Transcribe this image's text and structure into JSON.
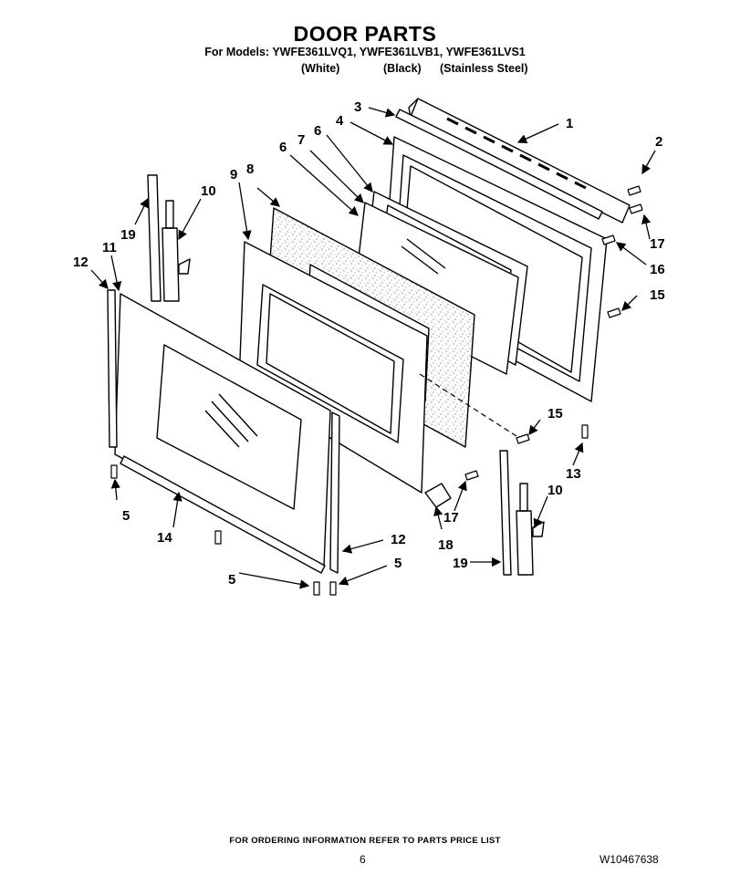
{
  "header": {
    "title": "DOOR PARTS",
    "models_line": "For Models: YWFE361LVQ1, YWFE361LVB1, YWFE361LVS1",
    "finishes": [
      "(White)",
      "(Black)",
      "(Stainless Steel)"
    ]
  },
  "callouts": {
    "c1": "1",
    "c2": "2",
    "c3": "3",
    "c4": "4",
    "c5a": "5",
    "c5b": "5",
    "c5c": "5",
    "c6a": "6",
    "c6b": "6",
    "c7": "7",
    "c8": "8",
    "c9": "9",
    "c10a": "10",
    "c10b": "10",
    "c11": "11",
    "c12a": "12",
    "c12b": "12",
    "c13": "13",
    "c14": "14",
    "c15a": "15",
    "c15b": "15",
    "c16": "16",
    "c17a": "17",
    "c17b": "17",
    "c18": "18",
    "c19a": "19",
    "c19b": "19"
  },
  "footer": {
    "note": "FOR ORDERING INFORMATION REFER TO PARTS PRICE LIST",
    "page": "6",
    "doc_id": "W10467638"
  }
}
